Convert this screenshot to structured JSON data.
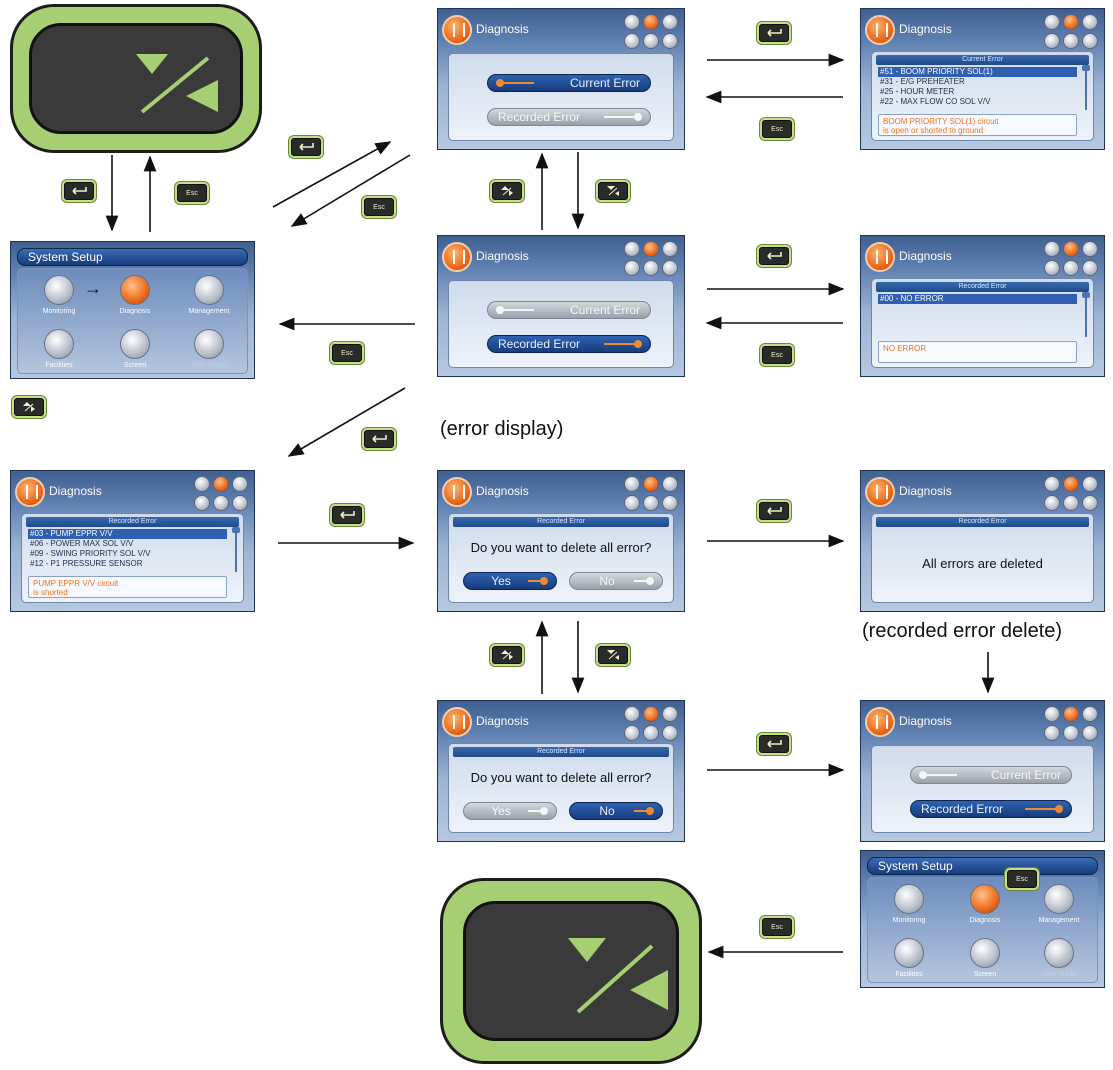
{
  "diagnosis": {
    "title": "Diagnosis",
    "current_error": "Current Error",
    "recorded_error": "Recorded Error",
    "recorded_error_header": "Recorded Error",
    "current_error_header": "Current Error",
    "delete_question": "Do you want to delete all error?",
    "yes": "Yes",
    "no": "No",
    "all_deleted": "All errors are deleted"
  },
  "current_error_list": {
    "items": [
      "#51 - BOOM PRIORITY SOL(1)",
      "#31 - E/G PREHEATER",
      "#25 - HOUR METER",
      "#22 - MAX FLOW CO SOL V/V"
    ],
    "message_line1": "BOOM PRIORITY SOL(1) circuit",
    "message_line2": "is open or shorted to ground"
  },
  "recorded_error_list_empty": {
    "items": [
      "#00 - NO ERROR"
    ],
    "message": "NO ERROR"
  },
  "recorded_error_list": {
    "items": [
      "#03 - PUMP EPPR V/V",
      "#06 - POWER MAX SOL V/V",
      "#09 - SWING PRIORITY SOL V/V",
      "#12 - P1 PRESSURE SENSOR"
    ],
    "message_line1": "PUMP EPPR V/V circuit",
    "message_line2": "is shorted"
  },
  "system_setup": {
    "title": "System Setup",
    "monitoring": "Monitoring",
    "diagnosis": "Diagnosis",
    "management": "Management",
    "facilities": "Facilities",
    "screen": "Screen",
    "user_mode": "User Mode"
  },
  "keys": {
    "esc": "Esc"
  },
  "captions": {
    "error_display": "(error display)",
    "recorded_error_delete": "(recorded error delete)"
  },
  "colors": {
    "panel_green": "#a5cf72",
    "accent_orange": "#ee6a1a",
    "selection_blue": "#2f5fae"
  }
}
